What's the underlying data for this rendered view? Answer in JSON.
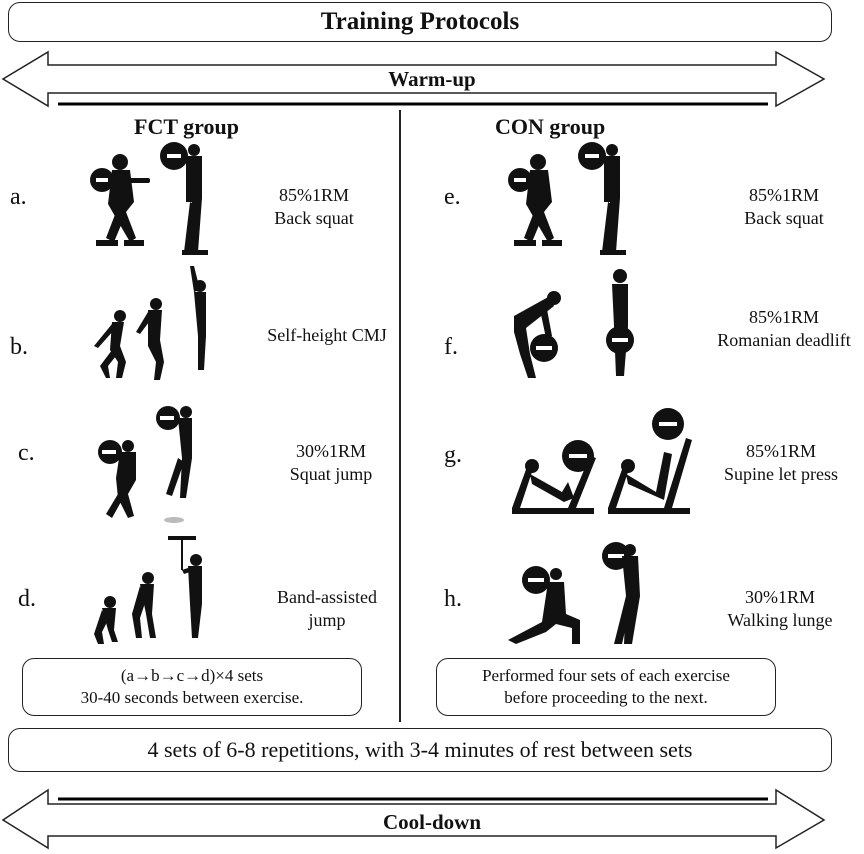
{
  "title": "Training Protocols",
  "warmup": "Warm-up",
  "cooldown": "Cool-down",
  "fct": {
    "heading": "FCT group",
    "rows": [
      {
        "letter": "a.",
        "line1": "85%1RM",
        "line2": "Back squat"
      },
      {
        "letter": "b.",
        "line1": "Self-height CMJ",
        "line2": ""
      },
      {
        "letter": "c.",
        "line1": "30%1RM",
        "line2": "Squat jump"
      },
      {
        "letter": "d.",
        "line1": "Band-assisted",
        "line2": "jump"
      }
    ],
    "note_line1": "(a→b→c→d)×4 sets",
    "note_line2": "30-40 seconds between exercise."
  },
  "con": {
    "heading": "CON group",
    "rows": [
      {
        "letter": "e.",
        "line1": "85%1RM",
        "line2": "Back squat"
      },
      {
        "letter": "f.",
        "line1": "85%1RM",
        "line2": "Romanian deadlift"
      },
      {
        "letter": "g.",
        "line1": "85%1RM",
        "line2": "Supine let press"
      },
      {
        "letter": "h.",
        "line1": "30%1RM",
        "line2": "Walking lunge"
      }
    ],
    "note_line1": "Performed four sets of each exercise",
    "note_line2": "before proceeding to the next."
  },
  "rest": "4 sets of 6-8 repetitions, with 3-4 minutes of rest between sets"
}
